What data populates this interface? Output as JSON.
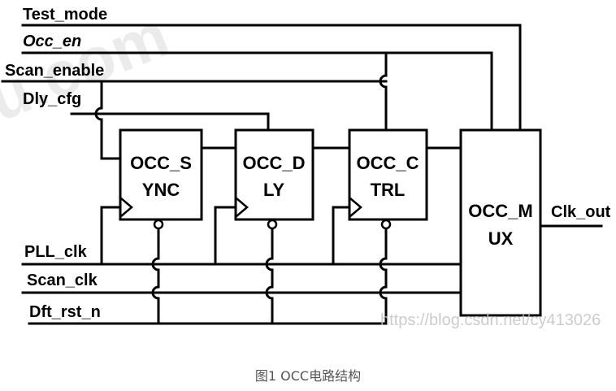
{
  "inputs_top": {
    "test_mode": "Test_mode",
    "occ_en": "Occ_en",
    "scan_enable": "Scan_enable",
    "dly_cfg": "Dly_cfg"
  },
  "inputs_bottom": {
    "pll_clk": "PLL_clk",
    "scan_clk": "Scan_clk",
    "dft_rst_n": "Dft_rst_n"
  },
  "blocks": {
    "sync": [
      "OCC_S",
      "YNC"
    ],
    "dly": [
      "OCC_D",
      "LY"
    ],
    "ctrl": [
      "OCC_C",
      "TRL"
    ],
    "mux": [
      "OCC_M",
      "UX"
    ]
  },
  "output": "Clk_out",
  "caption": "图1 OCC电路结构",
  "watermarks": {
    "site": "https://blog.csdn.net/cy413026",
    "faint": "u.com"
  },
  "colors": {
    "wire": "#000000",
    "watermark": "#c4c4c4",
    "faint_watermark": "#ebebeb",
    "caption": "#555555"
  }
}
